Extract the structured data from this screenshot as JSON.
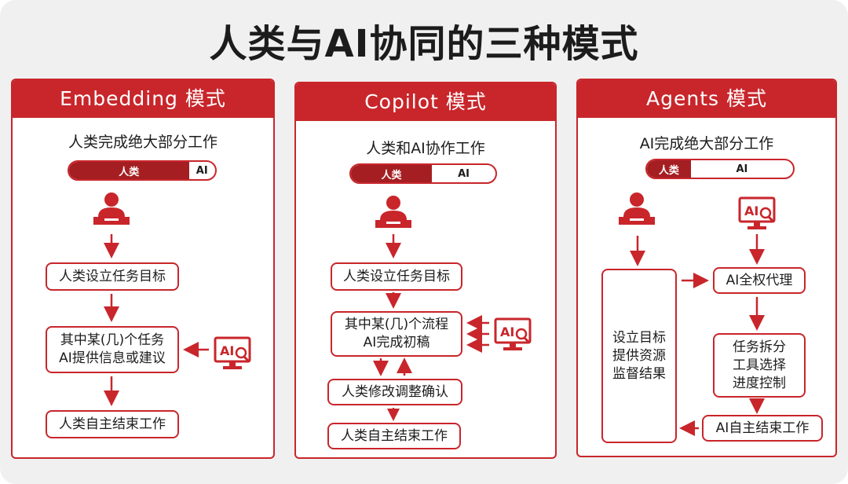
{
  "title": "人类与AI协同的三种模式",
  "colors": {
    "accent": "#c8262b",
    "dark_accent": "#a41e22",
    "background": "#f1f0f0"
  },
  "panels": [
    {
      "header": "Embedding 模式",
      "subtitle": "人类完成绝大部分工作",
      "ratio": {
        "human_label": "人类",
        "ai_label": "AI",
        "human_share": 0.82
      },
      "steps": {
        "goal": "人类设立任务目标",
        "middle_line1": "其中某(几)个任务",
        "middle_line2": "AI提供信息或建议",
        "end": "人类自主结束工作"
      },
      "icons": [
        "person-at-laptop-icon",
        "ai-monitor-icon"
      ]
    },
    {
      "header": "Copilot 模式",
      "subtitle": "人类和AI协作工作",
      "ratio": {
        "human_label": "人类",
        "ai_label": "AI",
        "human_share": 0.56
      },
      "steps": {
        "goal": "人类设立任务目标",
        "middle_line1": "其中某(几)个流程",
        "middle_line2": "AI完成初稿",
        "review": "人类修改调整确认",
        "end": "人类自主结束工作"
      },
      "icons": [
        "person-at-laptop-icon",
        "ai-monitor-icon"
      ]
    },
    {
      "header": "Agents 模式",
      "subtitle": "AI完成绝大部分工作",
      "ratio": {
        "human_label": "人类",
        "ai_label": "AI",
        "human_share": 0.3
      },
      "steps": {
        "human_line1": "设立目标",
        "human_line2": "提供资源",
        "human_line3": "监督结果",
        "ai_proxy": "AI全权代理",
        "ai_line1": "任务拆分",
        "ai_line2": "工具选择",
        "ai_line3": "进度控制",
        "end": "AI自主结束工作"
      },
      "icons": [
        "person-at-laptop-icon",
        "ai-monitor-icon"
      ]
    }
  ]
}
